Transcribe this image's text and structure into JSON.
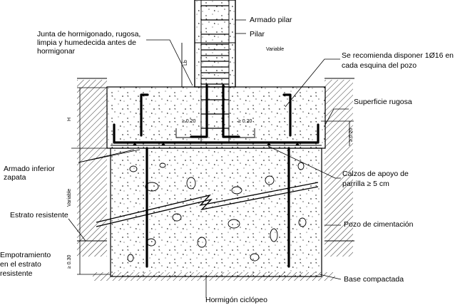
{
  "labels": {
    "armado_pilar": "Armado pilar",
    "junta_1": "Junta de hormigonado, rugosa,",
    "junta_2": "limpia y humedecida antes de",
    "junta_3": "hormigonar",
    "pilar": "Pilar",
    "variable_top": "Variable",
    "recomienda_1": "Se recomienda disponer 1Ø16 en",
    "recomienda_2": "cada esquina del pozo",
    "lb": "Lb",
    "h": "H",
    "superficie": "Superficie rugosa",
    "dim_020_a": "≥ 0.20",
    "dim_020_b": "≥ 0.20",
    "dim_020_c": "≥ 0.20",
    "armado_1": "Armado inferior",
    "armado_2": "zapata",
    "calzos_1": "Calzos de apoyo de",
    "calzos_2": "parrilla  ≥  5 cm",
    "variable_side": "Variable",
    "estrato": "Estrato resistente",
    "pozo": "Pozo de cimentación",
    "empotra_1": "Empotramiento",
    "empotra_2": "en el estrato",
    "empotra_3": "resistente",
    "dim_030": "≥ 0.30",
    "base": "Base compactada",
    "hormigon": "Hormigón ciclópeo"
  }
}
